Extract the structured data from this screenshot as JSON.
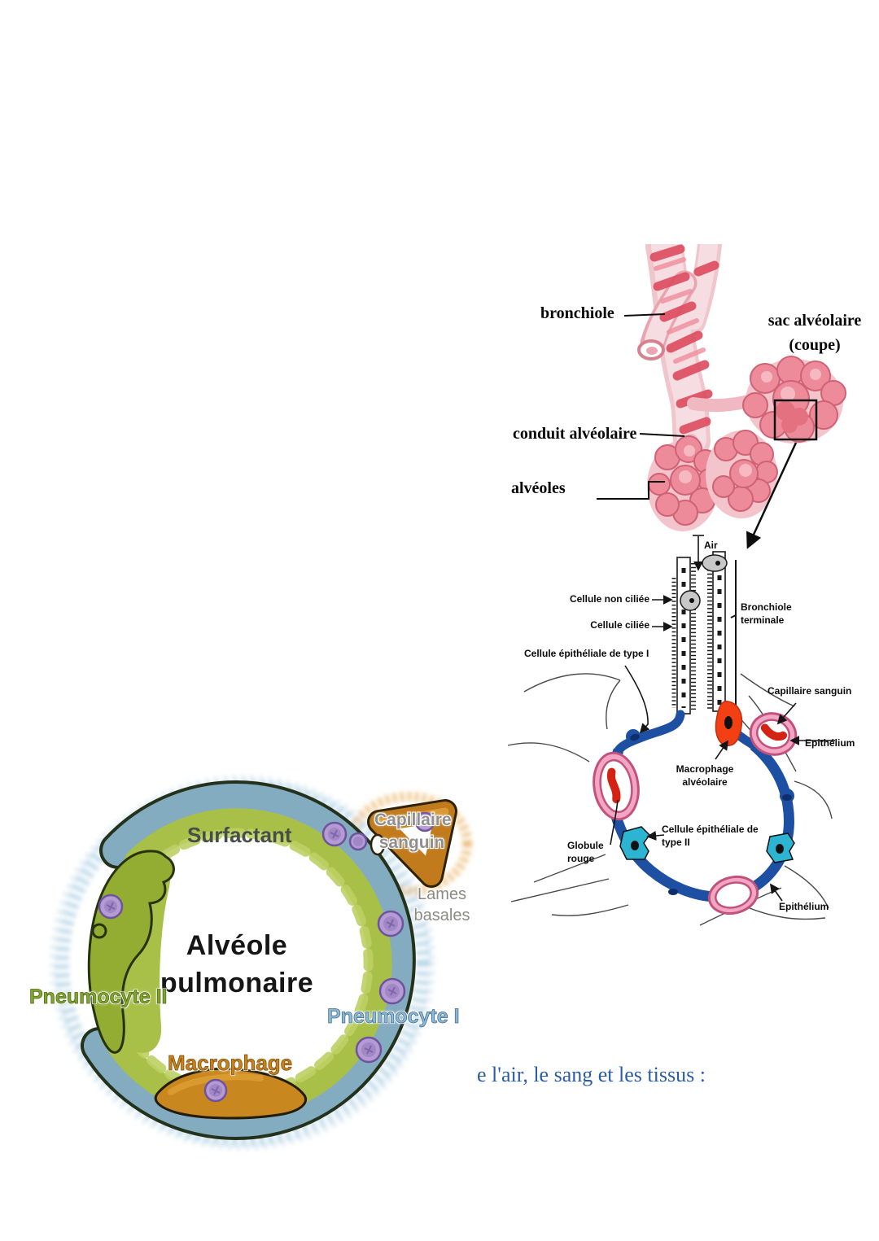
{
  "page": {
    "background": "#ffffff",
    "fragment_text": "e l'air, le sang et les tissus :",
    "fragment_color": "#2b5cab"
  },
  "figure_bronchial_tree": {
    "labels": {
      "bronchiole": "bronchiole",
      "sac_alveolaire": "sac alvéolaire (coupe)",
      "conduit_alveolaire": "conduit alvéolaire",
      "alveoles": "alvéoles"
    },
    "colors": {
      "tissue_light": "#f6dde2",
      "tissue_pink": "#ee8b9a",
      "tissue_red": "#dd4b5e",
      "zoom_marker": "#0d0d0d"
    }
  },
  "figure_alveolus_section": {
    "labels": {
      "air": "Air",
      "cellule_non_ciliee": "Cellule non ciliée",
      "cellule_ciliee": "Cellule ciliée",
      "bronchiole_terminale": "Bronchiole terminale",
      "cellule_epitheliale_type_1": "Cellule épithéliale de type I",
      "capillaire_sanguin": "Capillaire sanguin",
      "epithelium_haut": "Epithélium",
      "macrophage_alveolaire": "Macrophage alvéolaire",
      "globule_rouge": "Globule rouge",
      "cellule_epitheliale_type_2": "Cellule épithéliale de type II",
      "epithelium_bas": "Epithélium"
    },
    "colors": {
      "paroi_alveolaire_bleu": "#1d4fa3",
      "capillaire_rose": "#f2a6c4",
      "globule_rouge": "#d42314",
      "macrophage_rouge": "#f23f14",
      "cellule_type2_cyan": "#2cb4d2",
      "cellule_grise": "#c8c8c8"
    }
  },
  "figure_alveole_pulmonaire": {
    "labels": {
      "surfactant": "Surfactant",
      "capillaire_sanguin": "Capillaire sanguin",
      "lames_basales": "Lames basales",
      "titre": "Alvéole pulmonaire",
      "pneumocyte_2": "Pneumocyte II",
      "pneumocyte_1": "Pneumocyte I",
      "macrophage": "Macrophage"
    },
    "colors": {
      "pneumocyte1_bleu": "#83acc1",
      "surfactant_vert": "#a8bf48",
      "pneumocyte2_vert": "#93ad33",
      "capillaire_orange": "#c17a1c",
      "macrophage_orange": "#c9871f",
      "noyau_violet": "#b49bd3",
      "lame_basale_bleu_clair": "#bad7e8"
    }
  }
}
